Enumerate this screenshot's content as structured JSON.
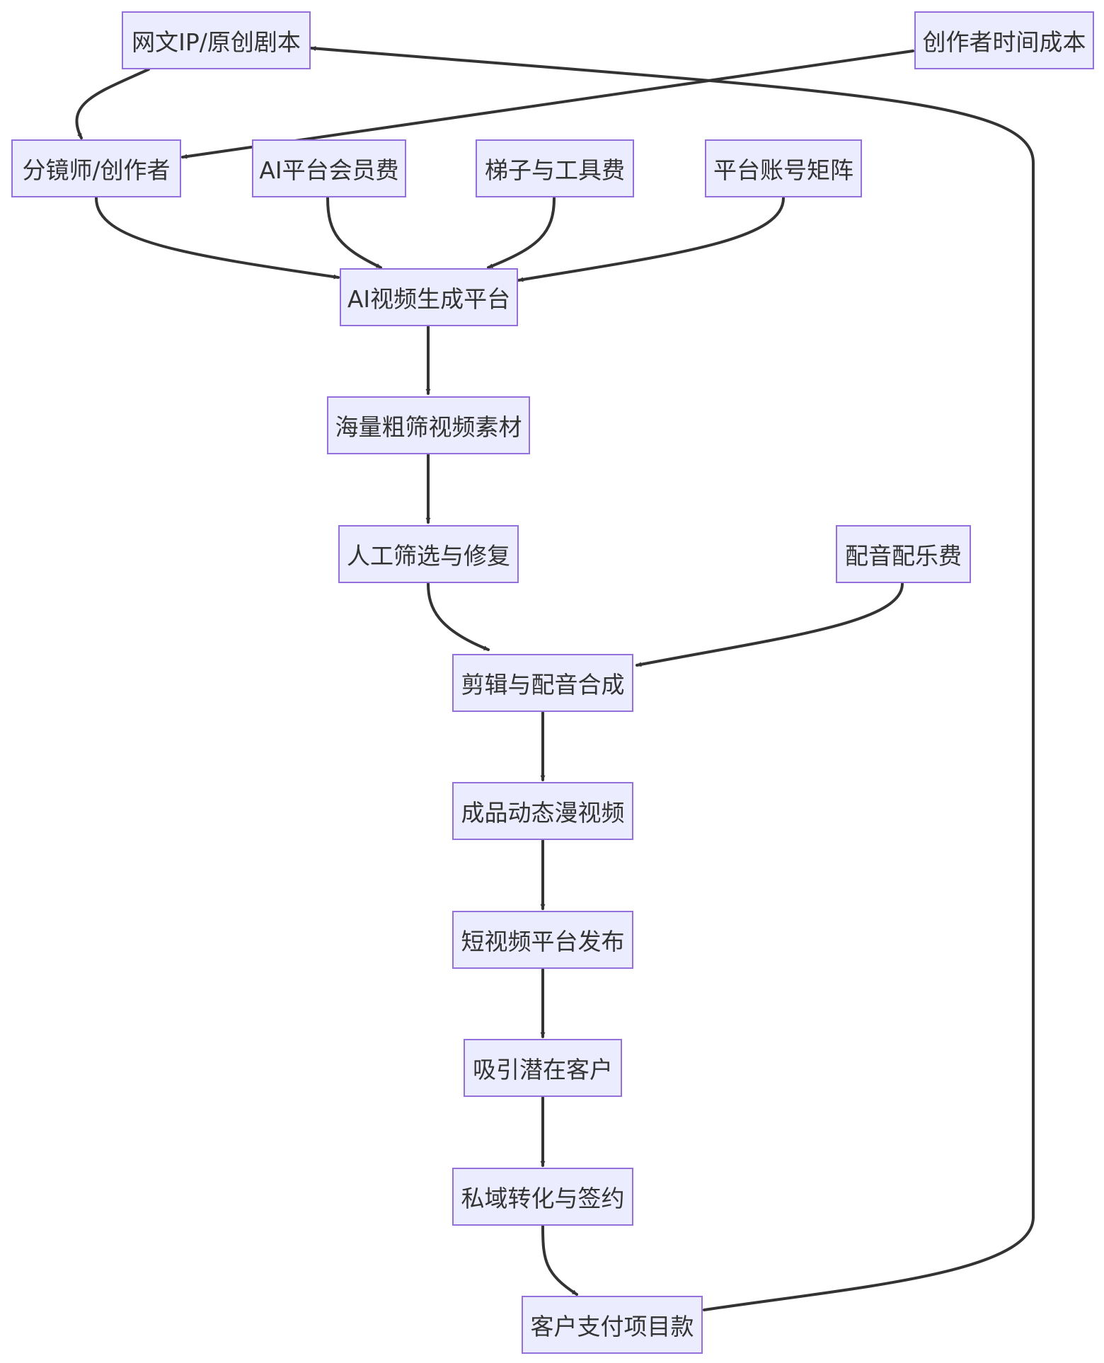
{
  "nodes": {
    "ip": "网文IP/原创剧本",
    "creator_time": "创作者时间成本",
    "storyboard": "分镜师/创作者",
    "ai_member": "AI平台会员费",
    "vpn_tools": "梯子与工具费",
    "accounts": "平台账号矩阵",
    "ai_platform": "AI视频生成平台",
    "raw_footage": "海量粗筛视频素材",
    "manual_fix": "人工筛选与修复",
    "music_fee": "配音配乐费",
    "edit_mix": "剪辑与配音合成",
    "final_video": "成品动态漫视频",
    "publish": "短视频平台发布",
    "attract": "吸引潜在客户",
    "convert": "私域转化与签约",
    "payment": "客户支付项目款"
  },
  "edges": [
    {
      "from": "ip",
      "to": "storyboard"
    },
    {
      "from": "creator_time",
      "to": "storyboard"
    },
    {
      "from": "storyboard",
      "to": "ai_platform"
    },
    {
      "from": "ai_member",
      "to": "ai_platform"
    },
    {
      "from": "vpn_tools",
      "to": "ai_platform"
    },
    {
      "from": "accounts",
      "to": "ai_platform"
    },
    {
      "from": "ai_platform",
      "to": "raw_footage"
    },
    {
      "from": "raw_footage",
      "to": "manual_fix"
    },
    {
      "from": "manual_fix",
      "to": "edit_mix"
    },
    {
      "from": "music_fee",
      "to": "edit_mix"
    },
    {
      "from": "edit_mix",
      "to": "final_video"
    },
    {
      "from": "final_video",
      "to": "publish"
    },
    {
      "from": "publish",
      "to": "attract"
    },
    {
      "from": "attract",
      "to": "convert"
    },
    {
      "from": "convert",
      "to": "payment"
    },
    {
      "from": "payment",
      "to": "ip"
    }
  ]
}
